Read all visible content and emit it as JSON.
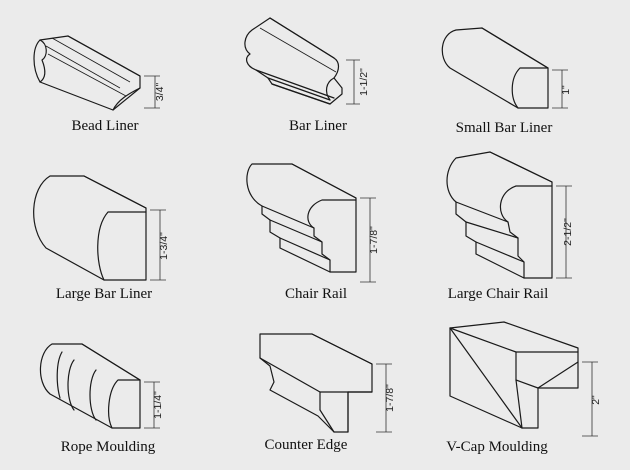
{
  "mouldings": [
    {
      "name": "Bead Liner",
      "dimension": "3/4\""
    },
    {
      "name": "Bar Liner",
      "dimension": "1-1/2\""
    },
    {
      "name": "Small Bar Liner",
      "dimension": "1\""
    },
    {
      "name": "Large Bar Liner",
      "dimension": "1-3/4\""
    },
    {
      "name": "Chair Rail",
      "dimension": "1-7/8\""
    },
    {
      "name": "Large Chair Rail",
      "dimension": "2-1/2\""
    },
    {
      "name": "Rope Moulding",
      "dimension": "1-1/4\""
    },
    {
      "name": "Counter Edge",
      "dimension": "1-7/8\""
    },
    {
      "name": "V-Cap Moulding",
      "dimension": "2\""
    }
  ]
}
